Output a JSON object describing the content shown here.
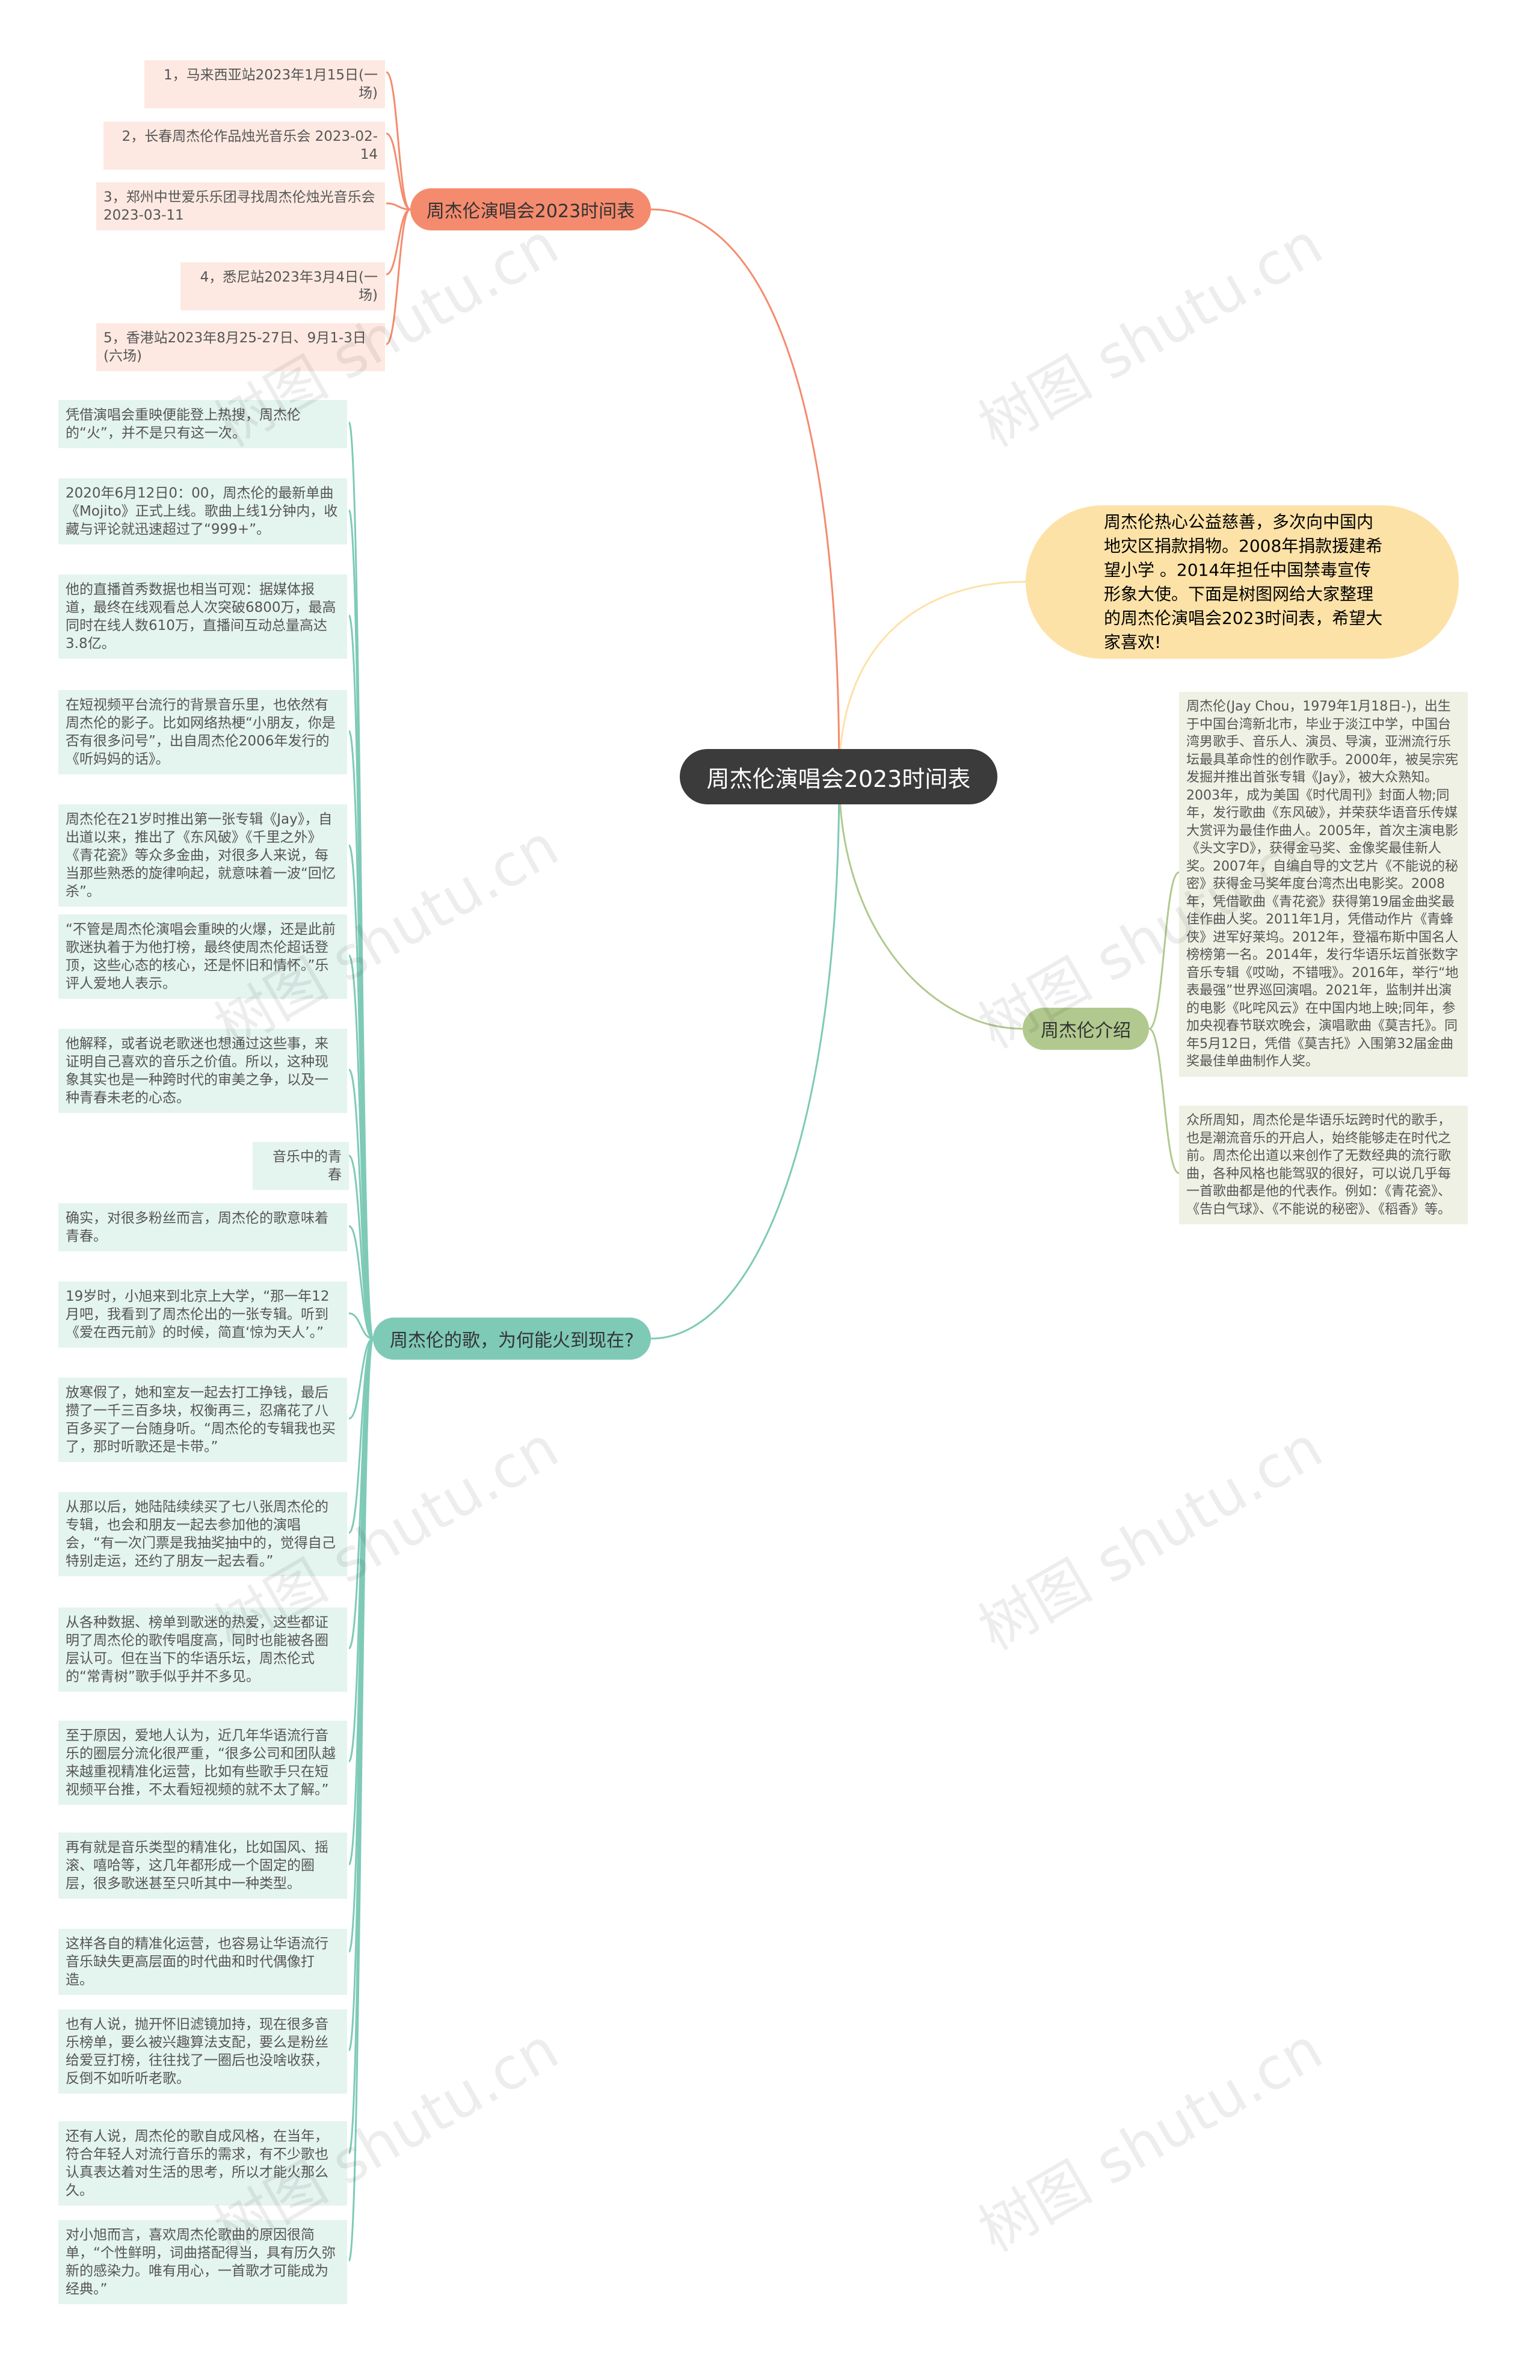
{
  "root": {
    "label": "周杰伦演唱会2023时间表"
  },
  "branches": {
    "schedule": {
      "label": "周杰伦演唱会2023时间表",
      "items": [
        "1，马来西亚站2023年1月15日(一场)",
        "2，长春周杰伦作品烛光音乐会 2023-02-14",
        "3，郑州中世爱乐乐团寻找周杰伦烛光音乐会 2023-03-11",
        "4，悉尼站2023年3月4日(一场)",
        "5，香港站2023年8月25-27日、9月1-3日(六场)"
      ]
    },
    "songs": {
      "label": "周杰伦的歌，为何能火到现在?",
      "items": [
        "凭借演唱会重映便能登上热搜，周杰伦的“火”，并不是只有这一次。",
        "2020年6月12日0：00，周杰伦的最新单曲《Mojito》正式上线。歌曲上线1分钟内，收藏与评论就迅速超过了“999+”。",
        "他的直播首秀数据也相当可观：据媒体报道，最终在线观看总人次突破6800万，最高同时在线人数610万，直播间互动总量高达3.8亿。",
        "在短视频平台流行的背景音乐里，也依然有周杰伦的影子。比如网络热梗“小朋友，你是否有很多问号”，出自周杰伦2006年发行的《听妈妈的话》。",
        "周杰伦在21岁时推出第一张专辑《Jay》，自出道以来，推出了《东风破》《千里之外》《青花瓷》等众多金曲，对很多人来说，每当那些熟悉的旋律响起，就意味着一波“回忆杀”。",
        "“不管是周杰伦演唱会重映的火爆，还是此前歌迷执着于为他打榜，最终使周杰伦超话登顶，这些心态的核心，还是怀旧和情怀。”乐评人爱地人表示。",
        "他解释，或者说老歌迷也想通过这些事，来证明自己喜欢的音乐之价值。所以，这种现象其实也是一种跨时代的审美之争，以及一种青春未老的心态。",
        "音乐中的青春",
        "确实，对很多粉丝而言，周杰伦的歌意味着青春。",
        "19岁时，小旭来到北京上大学，“那一年12月吧，我看到了周杰伦出的一张专辑。听到《爱在西元前》的时候，简直‘惊为天人’。”",
        "放寒假了，她和室友一起去打工挣钱，最后攒了一千三百多块，权衡再三，忍痛花了八百多买了一台随身听。“周杰伦的专辑我也买了，那时听歌还是卡带。”",
        "从那以后，她陆陆续续买了七八张周杰伦的专辑，也会和朋友一起去参加他的演唱会，“有一次门票是我抽奖抽中的，觉得自己特别走运，还约了朋友一起去看。”",
        "从各种数据、榜单到歌迷的热爱，这些都证明了周杰伦的歌传唱度高，同时也能被各圈层认可。但在当下的华语乐坛，周杰伦式的“常青树”歌手似乎并不多见。",
        "至于原因，爱地人认为，近几年华语流行音乐的圈层分流化很严重，“很多公司和团队越来越重视精准化运营，比如有些歌手只在短视频平台推，不太看短视频的就不太了解。”",
        "再有就是音乐类型的精准化，比如国风、摇滚、嘻哈等，这几年都形成一个固定的圈层，很多歌迷甚至只听其中一种类型。",
        "这样各自的精准化运营，也容易让华语流行音乐缺失更高层面的时代曲和时代偶像打造。",
        "也有人说，抛开怀旧滤镜加持，现在很多音乐榜单，要么被兴趣算法支配，要么是粉丝给爱豆打榜，往往找了一圈后也没啥收获，反倒不如听听老歌。",
        "还有人说，周杰伦的歌自成风格，在当年，符合年轻人对流行音乐的需求，有不少歌也认真表达着对生活的思考，所以才能火那么久。",
        "对小旭而言，喜欢周杰伦歌曲的原因很简单，“个性鲜明，词曲搭配得当，具有历久弥新的感染力。唯有用心，一首歌才可能成为经典。”"
      ]
    },
    "intro": {
      "label": "周杰伦热心公益慈善，多次向中国内地灾区捐款捐物。2008年捐款援建希望小学 。2014年担任中国禁毒宣传形象大使。下面是树图网给大家整理的周杰伦演唱会2023时间表，希望大家喜欢!"
    },
    "bio": {
      "label": "周杰伦介绍",
      "items": [
        "周杰伦(Jay Chou，1979年1月18日-)，出生于中国台湾新北市，毕业于淡江中学，中国台湾男歌手、音乐人、演员、导演，亚洲流行乐坛最具革命性的创作歌手。2000年，被吴宗宪发掘并推出首张专辑《Jay》，被大众熟知。2003年，成为美国《时代周刊》封面人物;同年，发行歌曲《东风破》，并荣获华语音乐传媒大赏评为最佳作曲人。2005年，首次主演电影《头文字D》，获得金马奖、金像奖最佳新人奖。2007年，自编自导的文艺片《不能说的秘密》获得金马奖年度台湾杰出电影奖。2008年，凭借歌曲《青花瓷》获得第19届金曲奖最佳作曲人奖。2011年1月，凭借动作片《青蜂侠》进军好莱坞。2012年，登福布斯中国名人榜榜第一名。2014年，发行华语乐坛首张数字音乐专辑《哎呦，不错哦》。2016年，举行“地表最强”世界巡回演唱。2021年，监制并出演的电影《叱咤风云》在中国内地上映;同年，参加央视春节联欢晚会，演唱歌曲《莫吉托》。同年5月12日，凭借《莫吉托》入围第32届金曲奖最佳单曲制作人奖。",
        "众所周知，周杰伦是华语乐坛跨时代的歌手，也是潮流音乐的开启人，始终能够走在时代之前。周杰伦出道以来创作了无数经典的流行歌曲，各种风格也能驾驭的很好，可以说几乎每一首歌曲都是他的代表作。例如：《青花瓷》、《告白气球》、《不能说的秘密》、《稻香》等。"
      ]
    }
  },
  "watermark": "树图 shutu.cn",
  "colors": {
    "schedule": "#f58b6e",
    "songs": "#7ecab7",
    "intro": "#fde2a7",
    "bio": "#b1c98e",
    "root": "#3b3b3b"
  }
}
